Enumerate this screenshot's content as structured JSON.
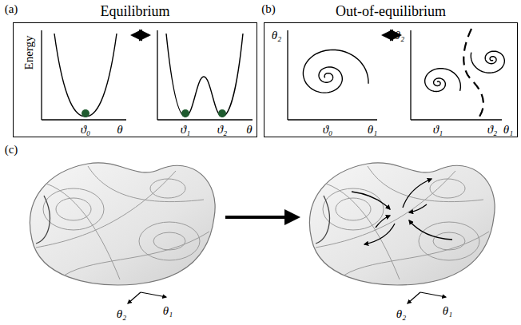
{
  "diagram": {
    "nodes": [
      {
        "text": [
          "Equilibrium"
        ]
      },
      {
        "text": [
          "Out-of-equilibrium"
        ]
      }
    ],
    "labels": [
      "(a)",
      "(b)",
      "(c)",
      "Energy",
      "θ",
      "ϑ₀",
      "θ",
      "ϑ₁",
      "ϑ₂",
      "θ₂",
      "ϑ₀",
      "θ₁",
      "θ₂",
      "ϑ₁",
      "ϑ₂",
      "θ₁",
      "θ₂",
      "θ₁",
      "θ₂",
      "θ₁"
    ]
  }
}
